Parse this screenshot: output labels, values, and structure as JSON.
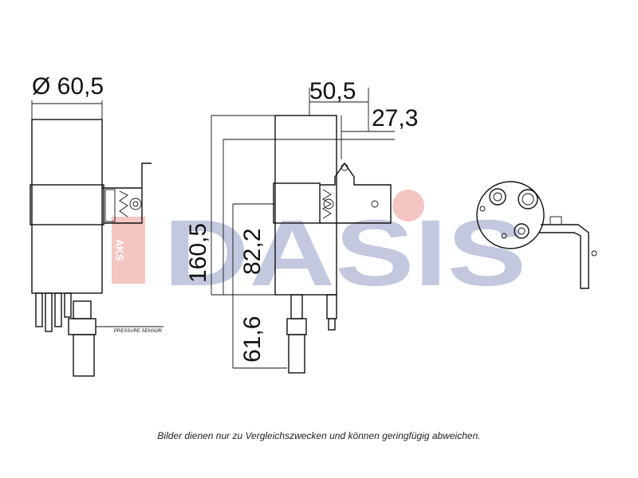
{
  "dimensions": {
    "diameter": "Ø 60,5",
    "width_top": "50,5",
    "offset": "27,3",
    "height_total": "160,5",
    "height_upper": "82,2",
    "height_lower": "61,6"
  },
  "labels": {
    "pressure_sensor": "PRESSURE SENSOR"
  },
  "watermark": {
    "text": "DASIS",
    "small_text": "AKS",
    "color_blue": "#2e3d8f",
    "color_red": "#d9362b"
  },
  "caption": "Bilder dienen nur zu Vergleichszwecken und können geringfügig abweichen."
}
